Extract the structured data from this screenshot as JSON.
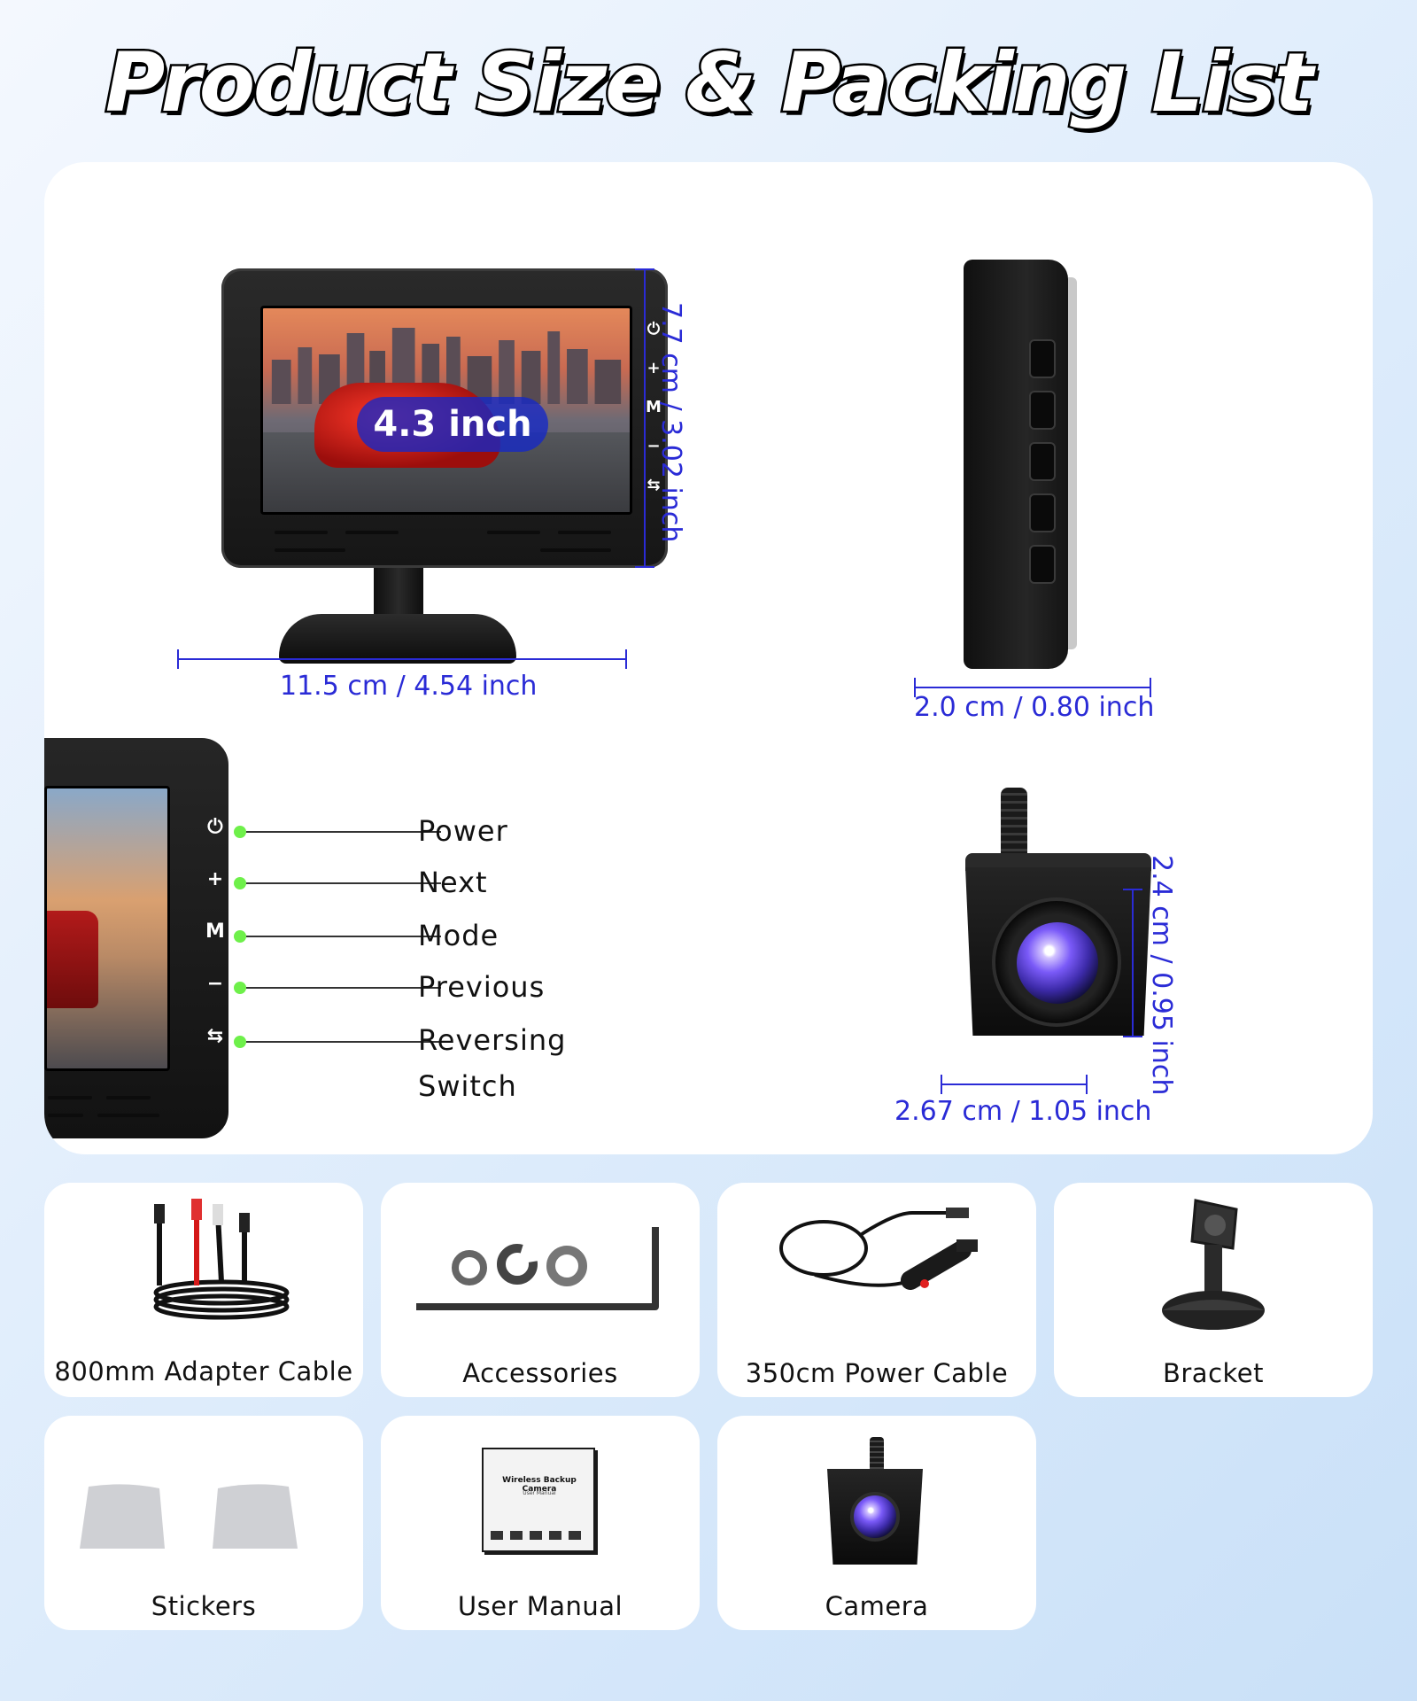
{
  "title": "Product Size & Packing List",
  "monitor": {
    "screen_badge": "4.3 inch",
    "height_dim": "7.7 cm / 3.02 inch",
    "width_dim": "11.5 cm / 4.54 inch",
    "depth_dim": "2.0 cm / 0.80 inch",
    "buttons": [
      "⏻",
      "+",
      "M",
      "−",
      "⇆"
    ]
  },
  "button_guide": [
    {
      "icon": "⏻",
      "label": "Power"
    },
    {
      "icon": "+",
      "label": "Next"
    },
    {
      "icon": "M",
      "label": "Mode"
    },
    {
      "icon": "−",
      "label": "Previous"
    },
    {
      "icon": "⇆",
      "label": "Reversing",
      "label2": "Switch"
    }
  ],
  "camera": {
    "height_dim": "2.4 cm / 0.95 inch",
    "width_dim": "2.67 cm / 1.05 inch"
  },
  "packing_list": [
    {
      "label": "800mm Adapter Cable"
    },
    {
      "label": "Accessories"
    },
    {
      "label": "350cm Power Cable"
    },
    {
      "label": "Bracket"
    },
    {
      "label": "Stickers"
    },
    {
      "label": "User Manual",
      "booklet_title": "Wireless Backup Camera",
      "booklet_subtitle": "User Manual"
    },
    {
      "label": "Camera"
    }
  ],
  "colors": {
    "dimension": "#2a2bd6",
    "indicator_dot": "#6ef04a",
    "badge": "#1428c8"
  }
}
